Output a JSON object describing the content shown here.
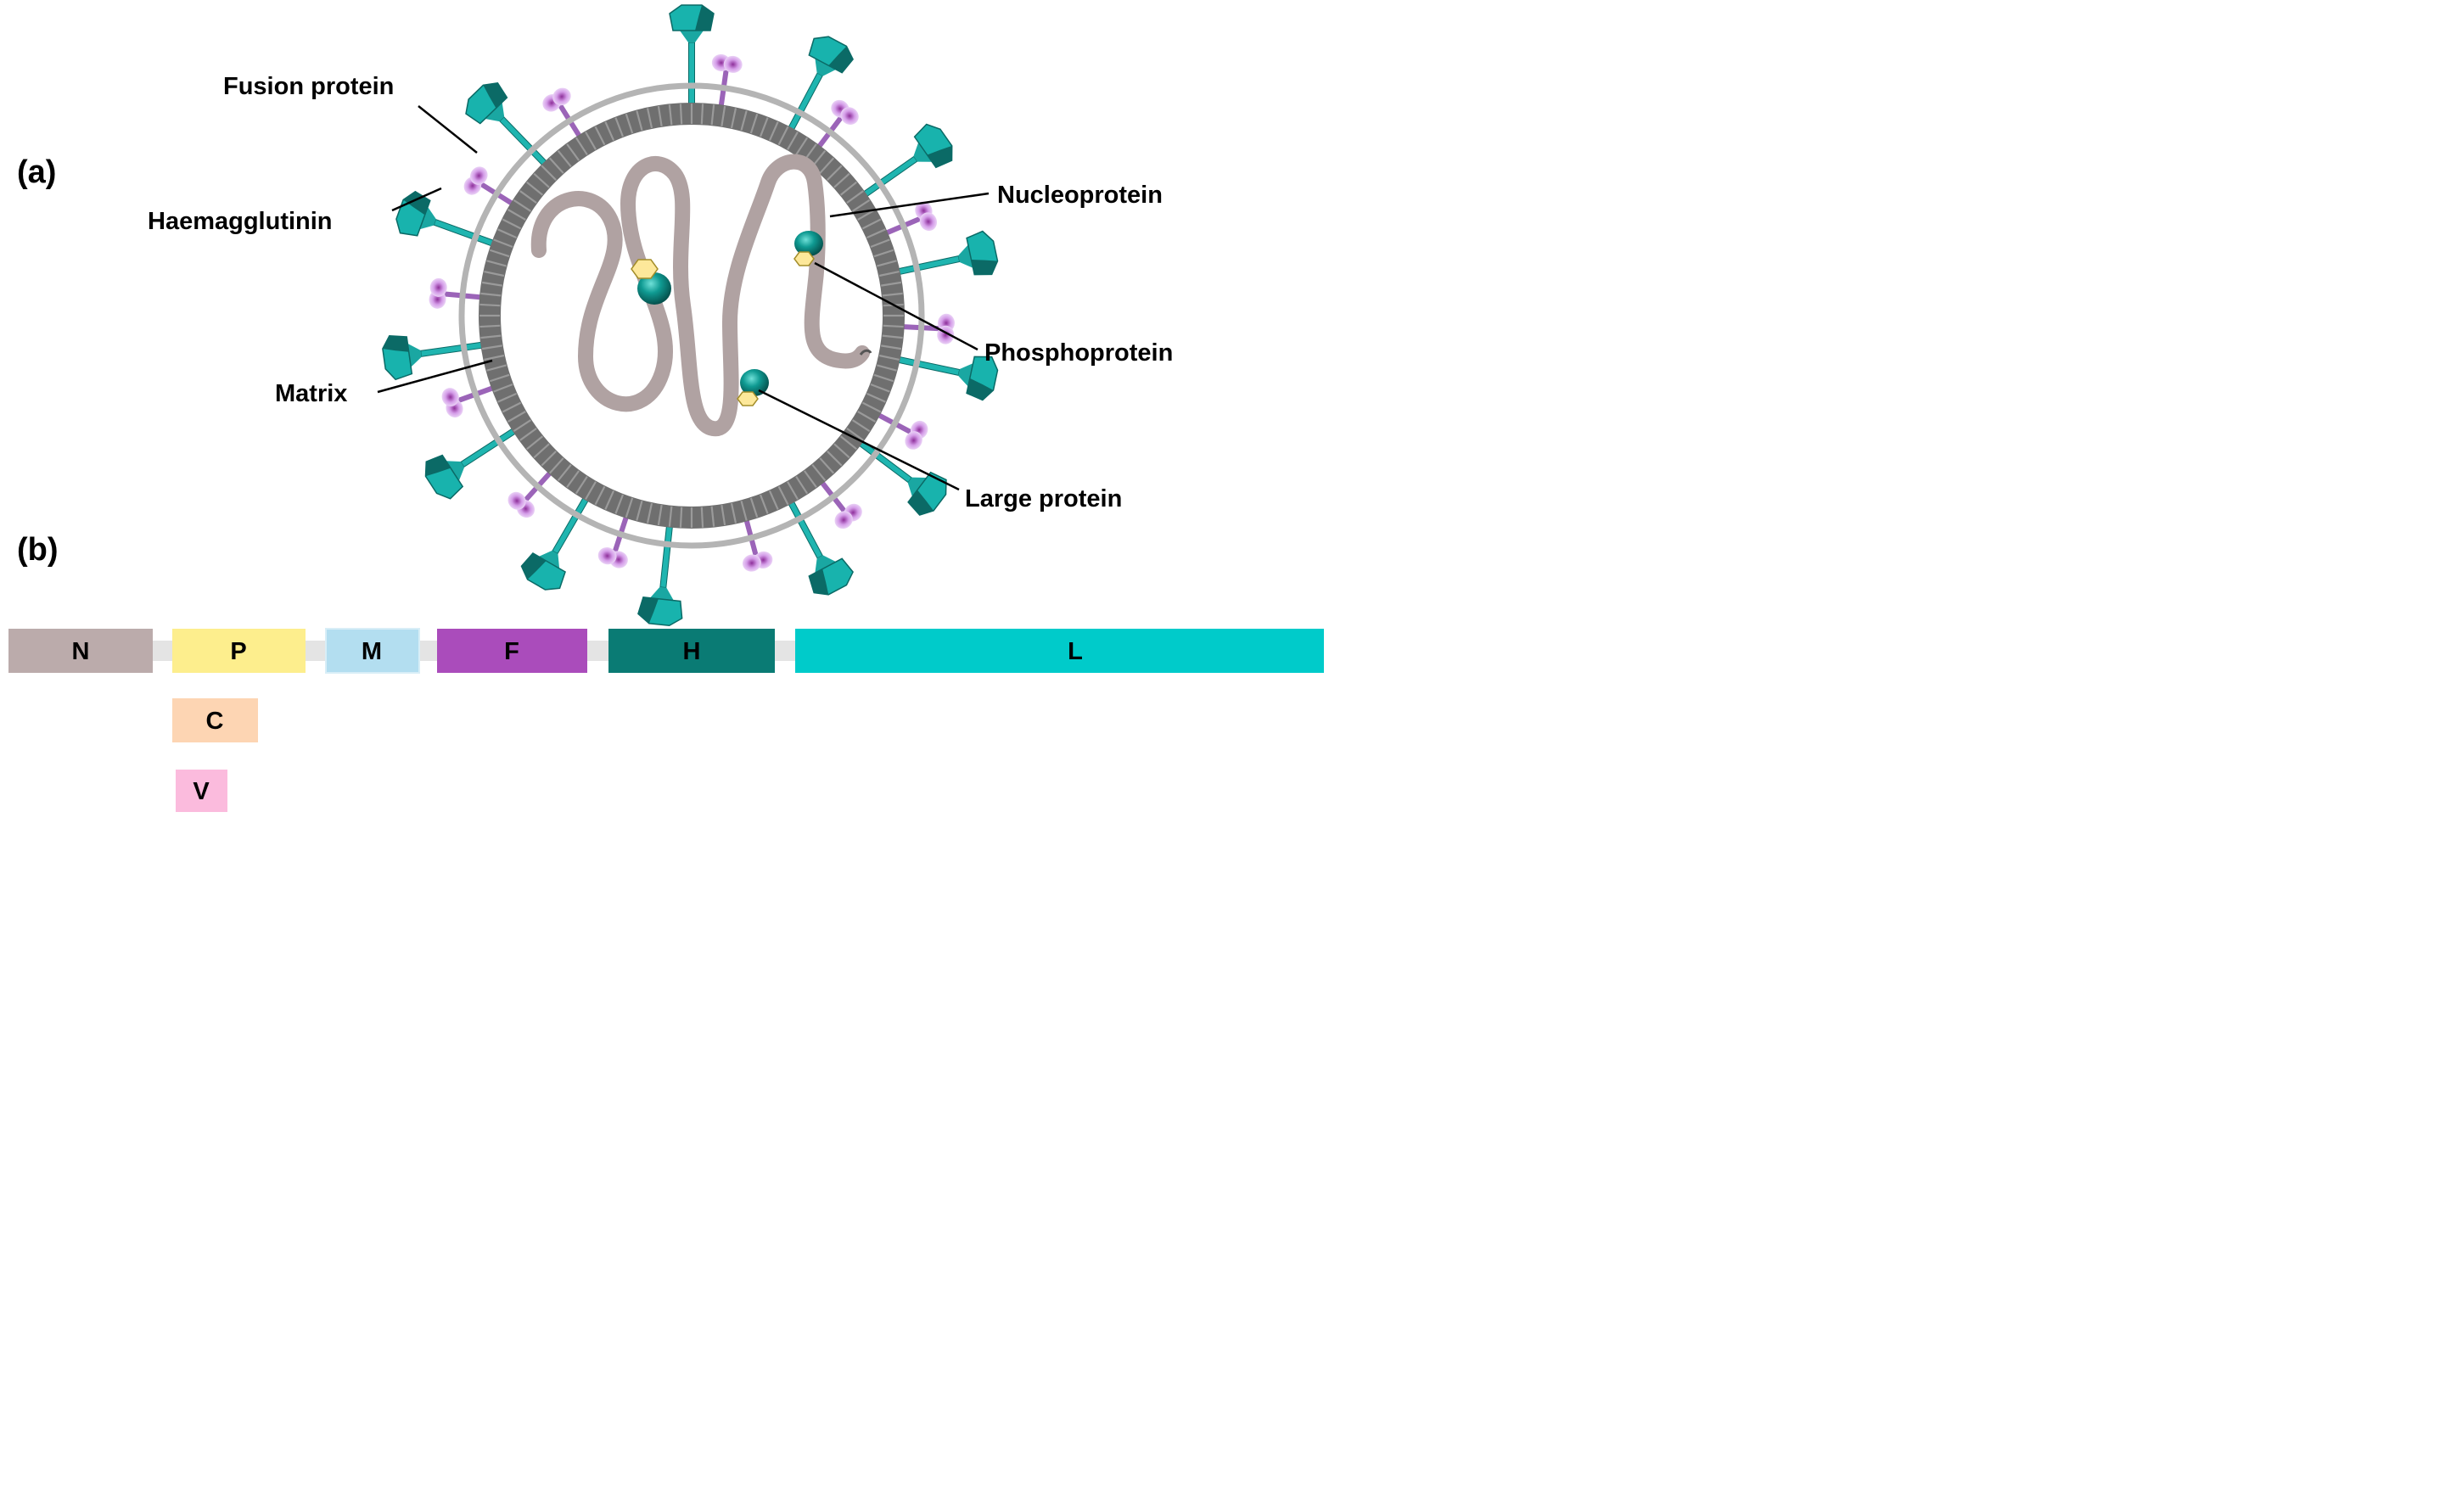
{
  "panels": {
    "a": "(a)",
    "b": "(b)"
  },
  "labels": {
    "fusion_protein": "Fusion protein",
    "haemagglutinin": "Haemagglutinin",
    "matrix": "Matrix",
    "nucleoprotein": "Nucleoprotein",
    "phosphoprotein": "Phosphoprotein",
    "large_protein": "Large protein"
  },
  "genome": [
    {
      "id": "N",
      "label": "N",
      "color": "#bbabab"
    },
    {
      "id": "P",
      "label": "P",
      "color": "#fdee8d"
    },
    {
      "id": "M",
      "label": "M",
      "color": "#b3def0"
    },
    {
      "id": "F",
      "label": "F",
      "color": "#aa4cbb"
    },
    {
      "id": "H",
      "label": "H",
      "color": "#0a7b74"
    },
    {
      "id": "L",
      "label": "L",
      "color": "#00cbca"
    }
  ],
  "alt_products": [
    {
      "id": "C",
      "label": "C",
      "color": "#fdd5b3"
    },
    {
      "id": "V",
      "label": "V",
      "color": "#fbbbdd"
    }
  ],
  "colors": {
    "envelope": "#b0b0b0",
    "matrix": "#7c7c7c",
    "rna": "#b0a2a2",
    "haemagglutinin": "#1fb5b0",
    "haemagglutinin_dark": "#0b6a66",
    "fusion": "#c99ae6",
    "fusion_stalk": "#9b64b8",
    "hexagon": "#fde89a",
    "spacer": "#e4e4e4"
  }
}
